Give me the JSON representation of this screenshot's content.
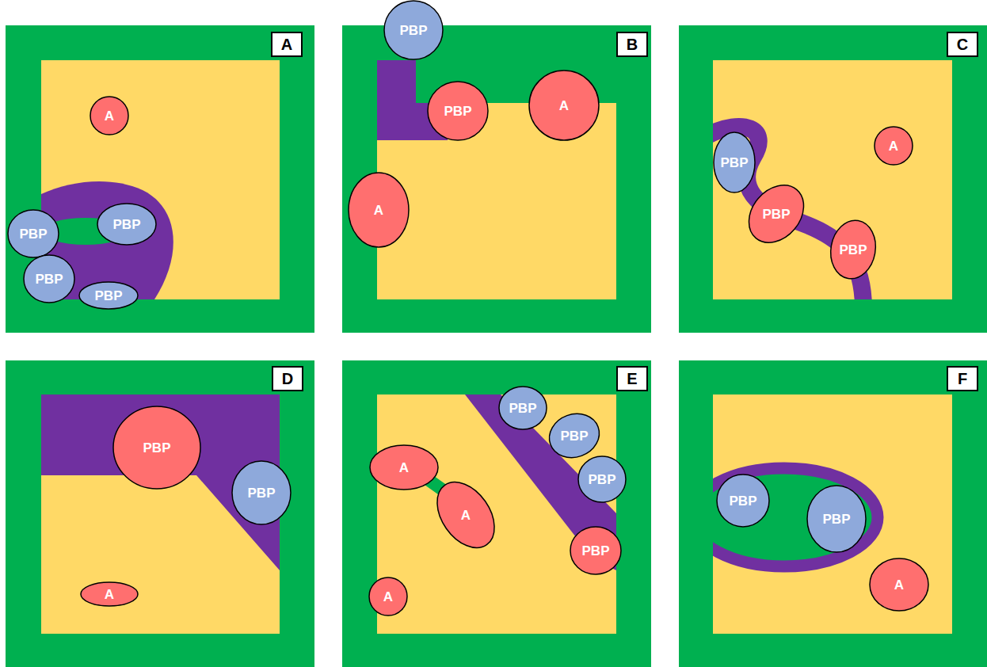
{
  "diagram": {
    "nodes": [
      {
        "text": [
          "A"
        ]
      },
      {
        "text": [
          "A"
        ]
      },
      {
        "text": [
          "PBP"
        ]
      },
      {
        "text": [
          "PBP"
        ]
      },
      {
        "text": [
          "PBP"
        ]
      },
      {
        "text": [
          "PBP"
        ]
      },
      {
        "text": [
          "B"
        ]
      },
      {
        "text": [
          "PBP"
        ]
      },
      {
        "text": [
          "PBP"
        ]
      },
      {
        "text": [
          "A"
        ]
      },
      {
        "text": [
          "A"
        ]
      },
      {
        "text": [
          "C"
        ]
      },
      {
        "text": [
          "PBP"
        ]
      },
      {
        "text": [
          "PBP"
        ]
      },
      {
        "text": [
          "PBP"
        ]
      },
      {
        "text": [
          "A"
        ]
      },
      {
        "text": [
          "D"
        ]
      },
      {
        "text": [
          "PBP"
        ]
      },
      {
        "text": [
          "PBP"
        ]
      },
      {
        "text": [
          "A"
        ]
      },
      {
        "text": [
          "E"
        ]
      },
      {
        "text": [
          "A"
        ]
      },
      {
        "text": [
          "A"
        ]
      },
      {
        "text": [
          "A"
        ]
      },
      {
        "text": [
          "PBP"
        ]
      },
      {
        "text": [
          "PBP"
        ]
      },
      {
        "text": [
          "PBP"
        ]
      },
      {
        "text": [
          "PBP"
        ]
      },
      {
        "text": [
          "F"
        ]
      },
      {
        "text": [
          "PBP"
        ]
      },
      {
        "text": [
          "PBP"
        ]
      },
      {
        "text": [
          "A"
        ]
      }
    ]
  }
}
